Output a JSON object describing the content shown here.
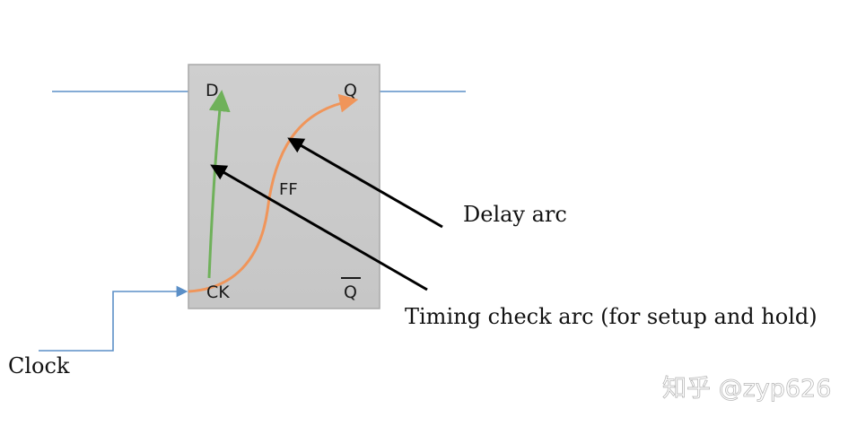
{
  "diagram": {
    "cell": {
      "name": "FF",
      "fill": "#cbcbcb",
      "border": "#a9a9a9",
      "pins": {
        "d": "D",
        "q": "Q",
        "ck": "CK",
        "qbar": "Q"
      }
    },
    "signals": {
      "clock_label": "Clock",
      "wire_color": "#5b8fc7"
    },
    "arcs": {
      "timing_check_color": "#6fb15a",
      "delay_color": "#f0955a"
    },
    "annotations": {
      "delay_arc": "Delay arc",
      "timing_check_arc": "Timing check arc (for setup and hold)",
      "pointer_color": "#000000"
    },
    "watermark": "知乎 @zyp626"
  }
}
